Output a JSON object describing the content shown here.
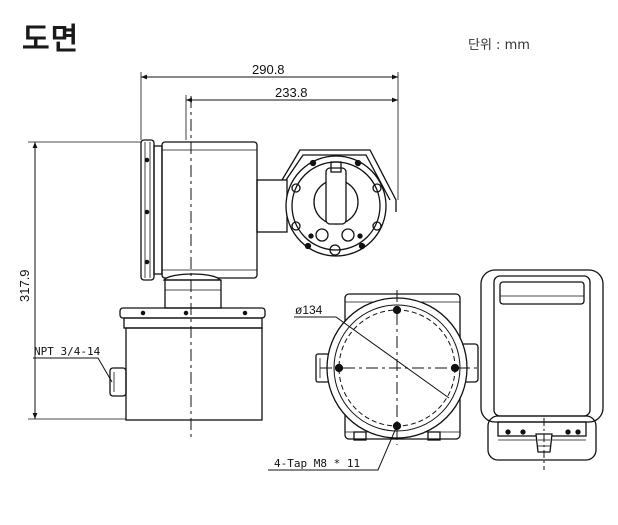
{
  "title": "도면",
  "unit_label": "단위 : mm",
  "dimensions": {
    "overall_width": "290.8",
    "head_width": "233.8",
    "overall_height": "317.9",
    "flange_diameter": "ø134"
  },
  "callouts": {
    "conduit": "NPT 3/4-14",
    "mounting_holes": "4-Tap M8 * 11"
  }
}
